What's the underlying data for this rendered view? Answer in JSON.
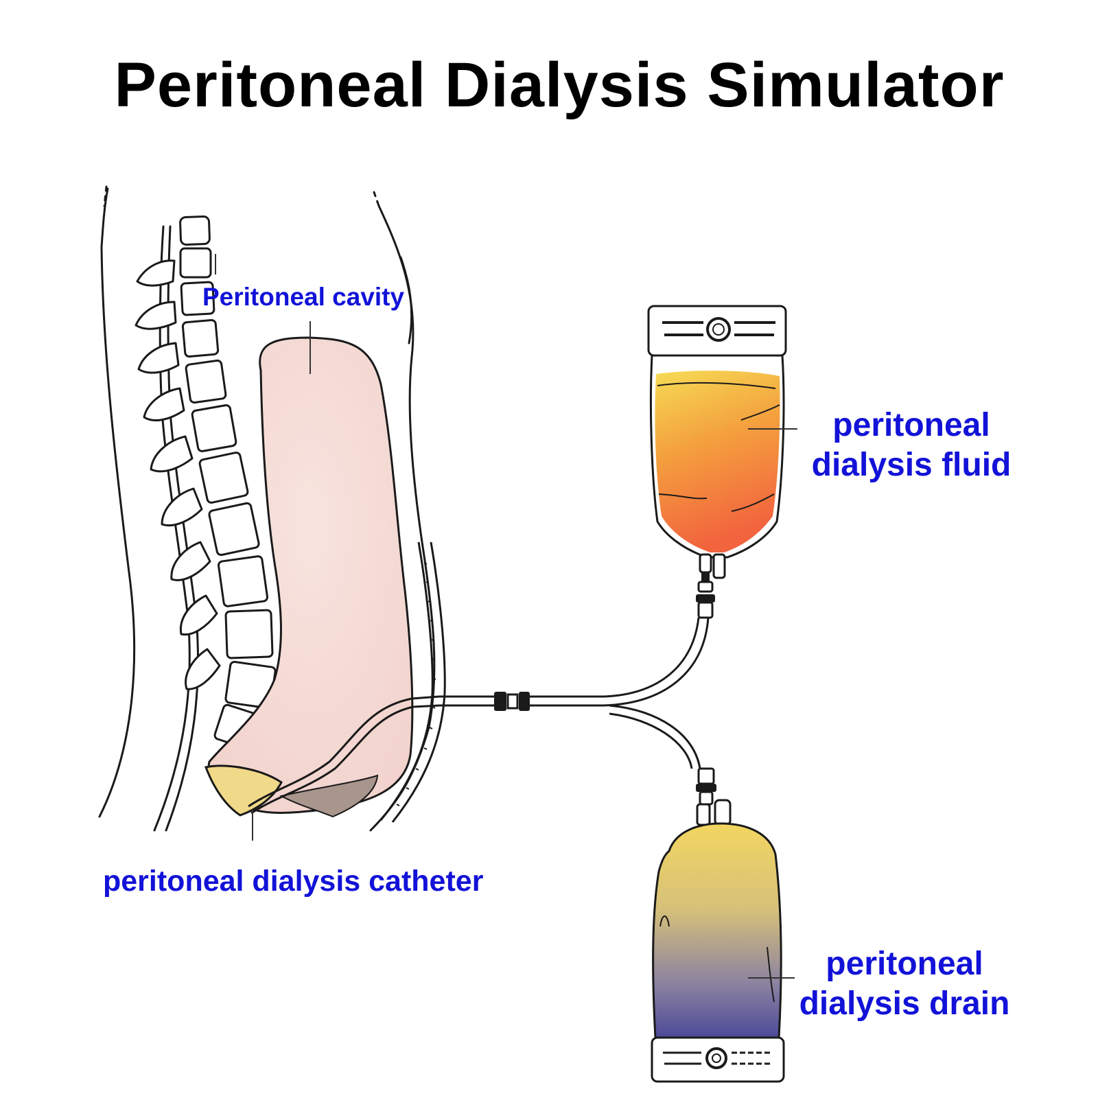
{
  "title": "Peritoneal Dialysis Simulator",
  "labels": {
    "cavity": "Peritoneal cavity",
    "fluid_line1": "peritoneal",
    "fluid_line2": "dialysis fluid",
    "catheter": "peritoneal dialysis catheter",
    "drain_line1": "peritoneal",
    "drain_line2": "dialysis drain"
  },
  "colors": {
    "label_blue": "#1212d8",
    "cavity_fill": "#f6dcd6",
    "fluid_top": "#f3d24c",
    "fluid_bottom": "#f2704a",
    "drain_top": "#f0d060",
    "drain_bottom": "#5a5498",
    "outline": "#1a1a1a"
  }
}
